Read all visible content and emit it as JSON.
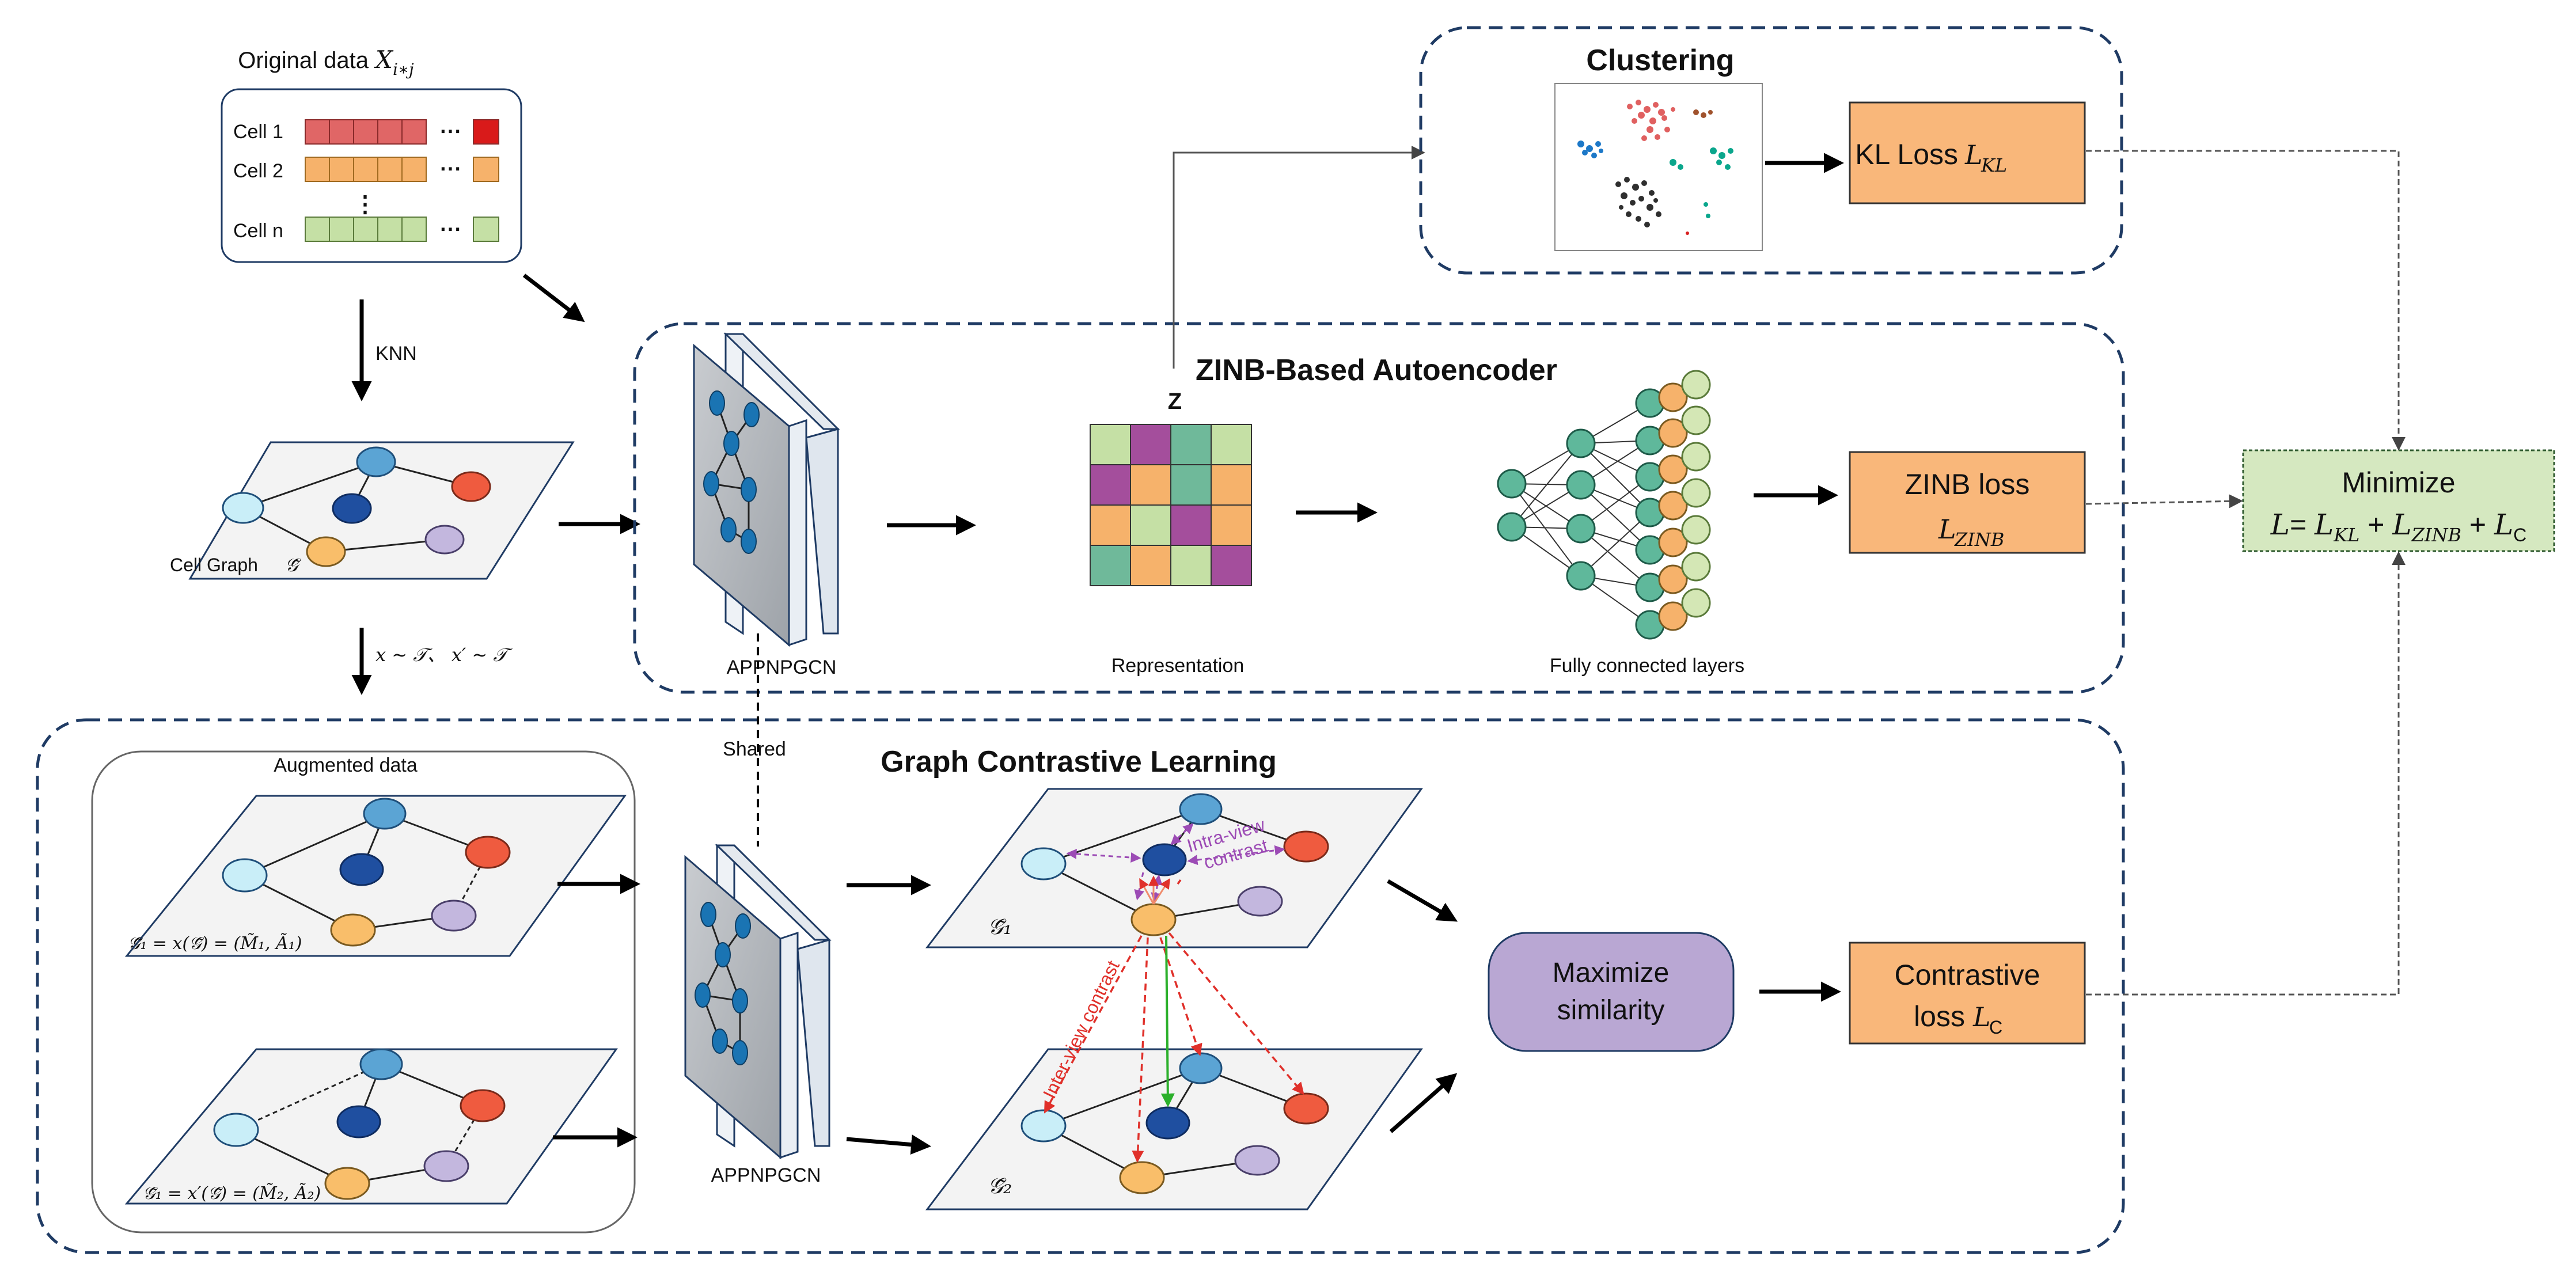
{
  "input": {
    "title": "Original data",
    "title_math": "X",
    "title_sub": "i∗j",
    "cells": [
      "Cell 1",
      "Cell 2",
      "Cell n"
    ],
    "ellipsis": "⋯",
    "vdots": "⋮"
  },
  "knn_label": "KNN",
  "cell_graph": {
    "label": "Cell Graph",
    "math": "𝒢̃"
  },
  "augment_label": "x ∼ 𝒯、 x′ ∼ 𝒯",
  "autoencoder": {
    "title": "ZINB-Based  Autoencoder",
    "gcn_label": "APPNPGCN",
    "z_label": "Z",
    "representation_label": "Representation",
    "fc_label": "Fully connected layers"
  },
  "clustering": {
    "title": "Clustering"
  },
  "losses": {
    "kl": {
      "text": "KL Loss",
      "math": "L",
      "sub": "KL"
    },
    "zinb": {
      "text": "ZINB loss",
      "math": "L",
      "sub": "ZINB"
    },
    "contrastive": {
      "line1": "Contrastive",
      "line2": "loss",
      "math": "L",
      "sub": "C"
    }
  },
  "minimize": {
    "title": "Minimize",
    "formula": {
      "lhs": "L",
      "eq": "= ",
      "t1": "L",
      "s1": "KL",
      "plus1": " + ",
      "t2": "L",
      "s2": "ZINB",
      "plus2": " + ",
      "t3": "L",
      "s3": "C"
    }
  },
  "contrastive": {
    "title": "Graph Contrastive Learning",
    "augmented_title": "Augmented data",
    "shared_label": "Shared",
    "gcn_label": "APPNPGCN",
    "aug1_label": "𝒢̃₁ = x(𝒢̃) = (M̃₁, Ã₁)",
    "aug2_label": "𝒢̃₁ = x′(𝒢̃) = (M̃₂, Ã₂)",
    "view1_label": "𝒢̃₁",
    "view2_label": "𝒢̃₂",
    "intra_line1": "Intra-view",
    "intra_line2": "contrast",
    "inter_label": "Inter-view contrast",
    "maximize_line1": "Maximize",
    "maximize_line2": "similarity"
  },
  "colors": {
    "cell1": "#e06666",
    "cell2": "#f6b26b",
    "celln": "#c5e0a5",
    "node_light": "#c9eef8",
    "node_blue": "#5ba4d4",
    "node_dark": "#1f4fa0",
    "node_red": "#ef5b3f",
    "node_orange": "#f9be6a",
    "node_purple": "#c3b7de",
    "teal": "#5fb89b",
    "loss_box": "#f9b77a",
    "minimize_box": "#d5e8c0",
    "maximize_box": "#b9a7d3",
    "dashed_border": "#1f3b64",
    "intra": "#9c4bb5",
    "inter": "#e0302a",
    "positive": "#2bb02b"
  }
}
